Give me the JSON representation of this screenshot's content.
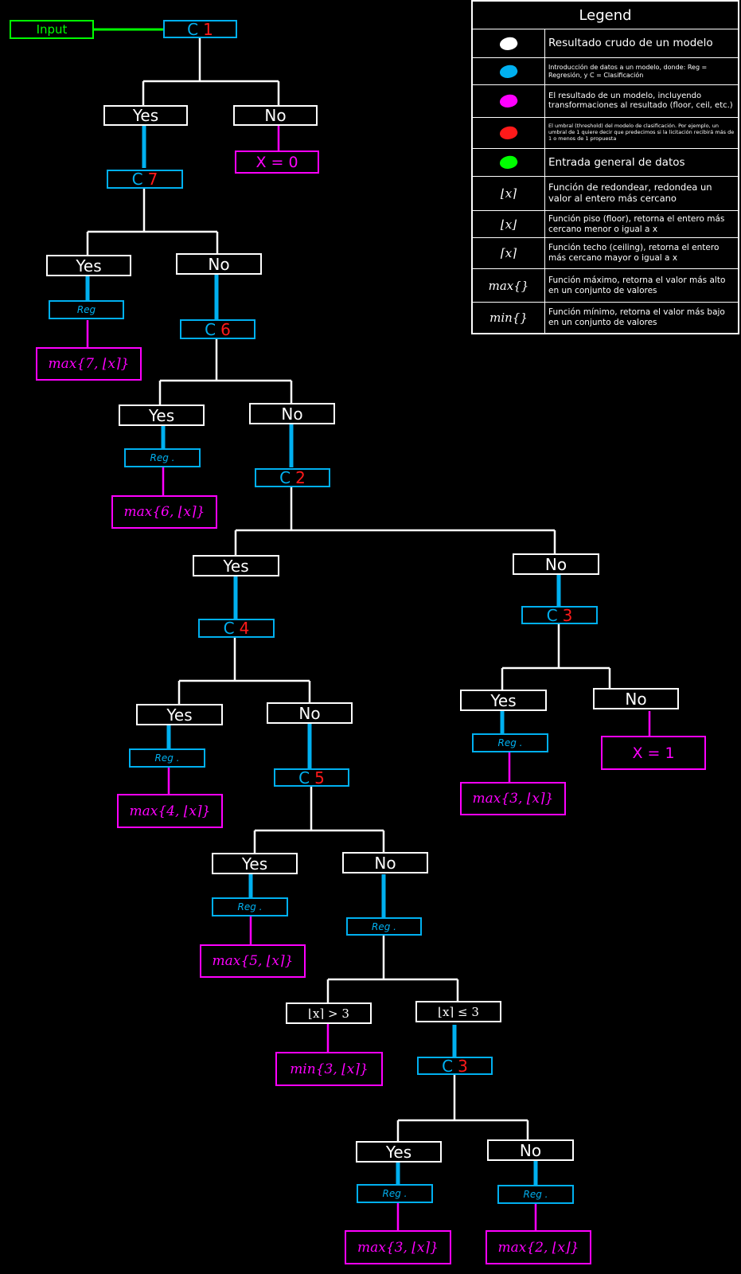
{
  "colors": {
    "white": "#ffffff",
    "blue": "#00b0f0",
    "pink": "#ff00ff",
    "red": "#ff1a1a",
    "green": "#00ff00"
  },
  "input_label": "Input",
  "legend": {
    "title": "Legend",
    "rows": [
      {
        "symbol": "white-blob",
        "color": "#ffffff",
        "text": "Resultado crudo de un modelo",
        "size": "large"
      },
      {
        "symbol": "blue-blob",
        "color": "#00b0f0",
        "text": "Introducción de datos a un modelo, donde: Reg = Regresión, y C = Clasificación",
        "size": "tiny"
      },
      {
        "symbol": "pink-blob",
        "color": "#ff00ff",
        "text": "El resultado de un modelo, incluyendo transformaciones al resultado (floor, ceil, etc.)",
        "size": "medium"
      },
      {
        "symbol": "red-blob",
        "color": "#ff1a1a",
        "text": "El umbral (threshold) del modelo de clasificación. Por ejemplo, un umbral de 1 quiere decir que predecimos si la licitación recibirá más de 1 o menos de 1 propuesta",
        "size": "tiny"
      },
      {
        "symbol": "green-blob",
        "color": "#00ff00",
        "text": "Entrada general de datos",
        "size": "large"
      },
      {
        "symbol": "⌊x⌉",
        "text": "Función de redondear, redondea un valor al entero más cercano",
        "size": "medium"
      },
      {
        "symbol": "⌊x⌋",
        "text": "Función piso (floor), retorna el entero más cercano menor o igual a x",
        "size": "small"
      },
      {
        "symbol": "⌈x⌉",
        "text": "Función techo (ceiling), retorna el entero más cercano mayor o igual a x",
        "size": "small"
      },
      {
        "symbol": "max{}",
        "text": "Función máximo, retorna el valor más alto en un conjunto de valores",
        "size": "small"
      },
      {
        "symbol": "min{}",
        "text": "Función mínimo, retorna el valor más bajo en un conjunto de valores",
        "size": "small"
      }
    ]
  },
  "nodes": {
    "c1": {
      "label": "C",
      "num": "1"
    },
    "c7": {
      "label": "C",
      "num": "7"
    },
    "c6": {
      "label": "C",
      "num": "6"
    },
    "c2": {
      "label": "C",
      "num": "2"
    },
    "c4": {
      "label": "C",
      "num": "4"
    },
    "c3a": {
      "label": "C",
      "num": "3"
    },
    "c5": {
      "label": "C",
      "num": "5"
    },
    "c3b": {
      "label": "C",
      "num": "3"
    },
    "yes": "Yes",
    "no": "No",
    "reg": "Reg",
    "reg_dot": "Reg .",
    "x0": "X = 0",
    "x1": "X = 1",
    "res_c7_yes": "max{7, ⌊x⌉}",
    "res_c6_yes": "max{6, ⌊x⌉}",
    "res_c4_yes": "max{4, ⌊x⌉}",
    "res_c3_yes": "max{3, ⌊x⌉}",
    "res_c5_yes": "max{5, ⌊x⌉}",
    "res_gt3": "min{3, ⌊x⌉}",
    "res_c3b_yes": "max{3, ⌊x⌉}",
    "res_c3b_no": "max{2, ⌊x⌋}",
    "cond_gt3": "⌊x⌉ > 3",
    "cond_le3": "⌊x⌉ ≤ 3"
  }
}
